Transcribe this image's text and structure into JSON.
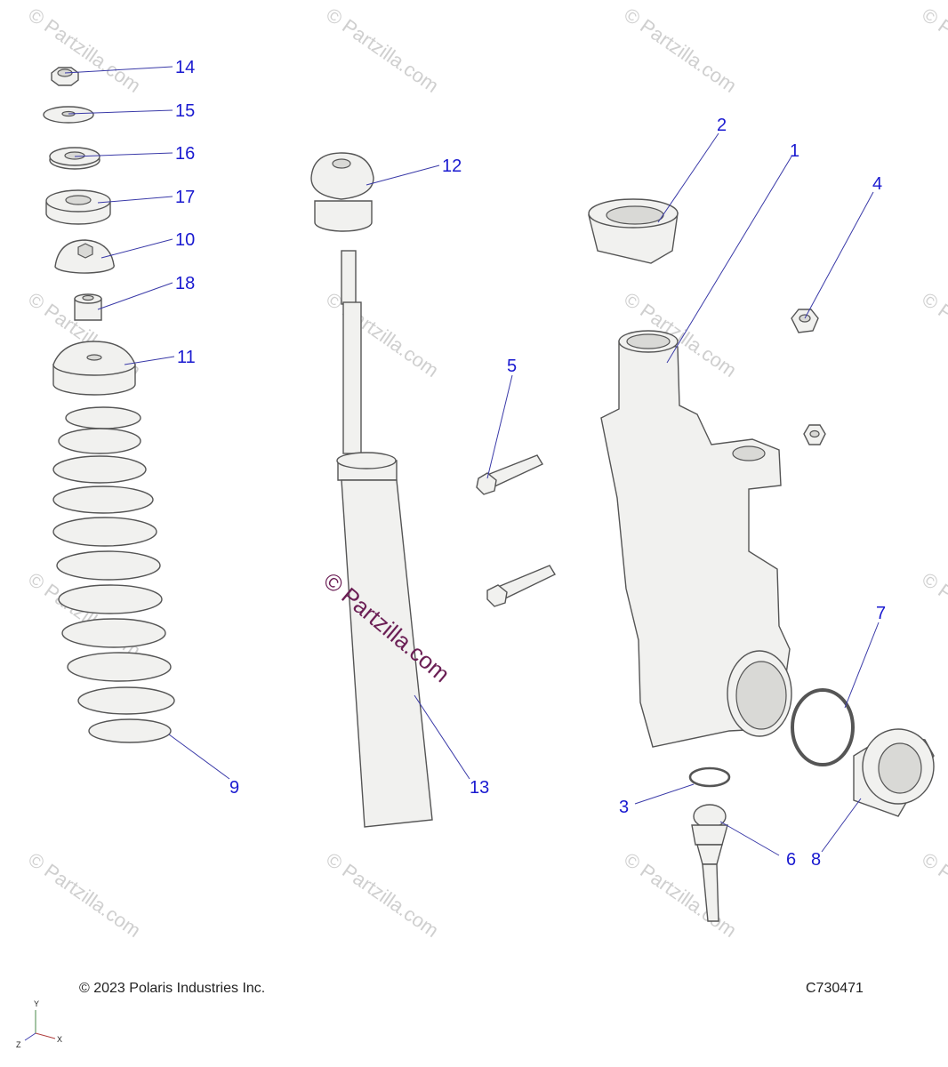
{
  "watermark": {
    "text": "© Partzilla.com",
    "color": "#cfcfcf",
    "main_color": "#6b1f55"
  },
  "callouts": [
    {
      "id": "1",
      "label": "1"
    },
    {
      "id": "2",
      "label": "2"
    },
    {
      "id": "3",
      "label": "3"
    },
    {
      "id": "4",
      "label": "4"
    },
    {
      "id": "5",
      "label": "5"
    },
    {
      "id": "6",
      "label": "6"
    },
    {
      "id": "7",
      "label": "7"
    },
    {
      "id": "8",
      "label": "8"
    },
    {
      "id": "9",
      "label": "9"
    },
    {
      "id": "10",
      "label": "10"
    },
    {
      "id": "11",
      "label": "11"
    },
    {
      "id": "12",
      "label": "12"
    },
    {
      "id": "13",
      "label": "13"
    },
    {
      "id": "14",
      "label": "14"
    },
    {
      "id": "15",
      "label": "15"
    },
    {
      "id": "16",
      "label": "16"
    },
    {
      "id": "17",
      "label": "17"
    },
    {
      "id": "18",
      "label": "18"
    }
  ],
  "footer": {
    "copyright": "© 2023 Polaris Industries Inc.",
    "drawing_number": "C730471"
  },
  "axes": {
    "x": "X",
    "y": "Y",
    "z": "Z"
  },
  "colors": {
    "callout": "#1a1ad0",
    "leader": "#3a3aa8",
    "part_fill": "#f1f1ef",
    "outline": "#555555"
  }
}
